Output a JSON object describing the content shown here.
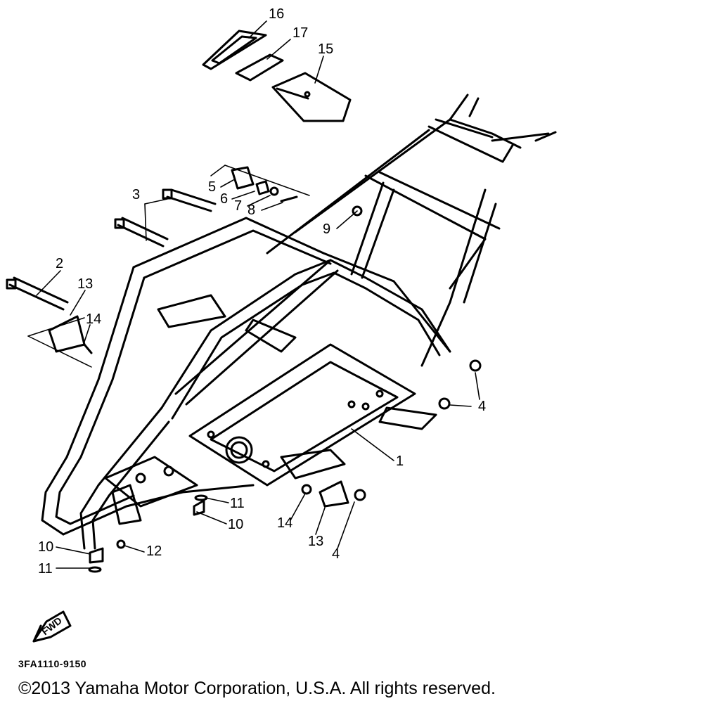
{
  "diagram": {
    "callouts": [
      "16",
      "17",
      "15",
      "5",
      "6",
      "7",
      "8",
      "3",
      "9",
      "2",
      "13",
      "14",
      "4",
      "1",
      "11",
      "10",
      "14",
      "13",
      "4",
      "10",
      "11",
      "12"
    ],
    "fwd_label": "FWD",
    "drawing_code": "3FA1110-9150",
    "copyright": "©2013 Yamaha Motor Corporation, U.S.A. All rights reserved."
  }
}
